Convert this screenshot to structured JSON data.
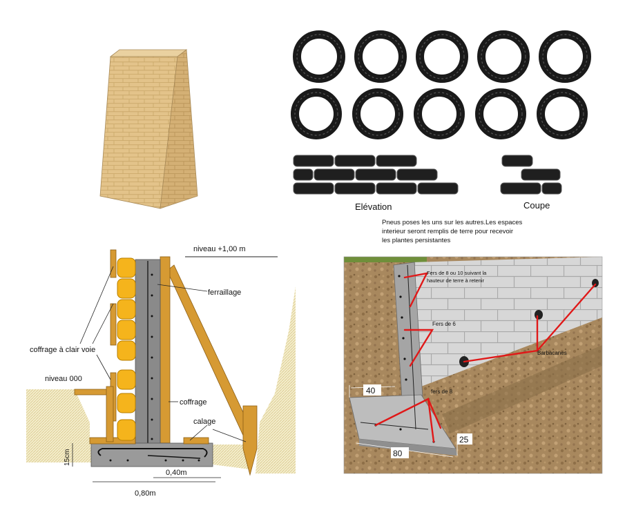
{
  "tires": {
    "label_elevation": "Elévation",
    "label_coupe": "Coupe",
    "caption_line1": "Pneus poses les uns sur les autres.Les espaces",
    "caption_line2": "interieur seront remplis de terre pour recevoir",
    "caption_line3": "les plantes persistantes"
  },
  "section": {
    "level_top": "niveau +1,00 m",
    "ferraillage": "ferraillage",
    "coffrage_claire_voie": "coffrage à clair voie",
    "level_zero": "niveau 000",
    "coffrage": "coffrage",
    "calage": "calage",
    "dim_15cm": "15cm",
    "dim_040": "0,40m",
    "dim_080": "0,80m"
  },
  "wall3d": {
    "fers_top_line1": "Fers de 8 ou 10 suivant la",
    "fers_top_line2": "hauteur de terre à retenir",
    "fers_6": "Fers de 6",
    "barbacanes": "Barbacanes",
    "fers_8": "fers de 8",
    "dim_40": "40",
    "dim_25": "25",
    "dim_80": "80"
  },
  "colors": {
    "sandstone": "#e3c38a",
    "concrete": "#8a8a8a",
    "timber": "#d69a33",
    "hay_bale": "#f5b41c",
    "soil_hatch": "#e6d89a",
    "rebar_red": "#e01818",
    "block_wall": "#d7d7d7",
    "earth": "#a8885e"
  }
}
